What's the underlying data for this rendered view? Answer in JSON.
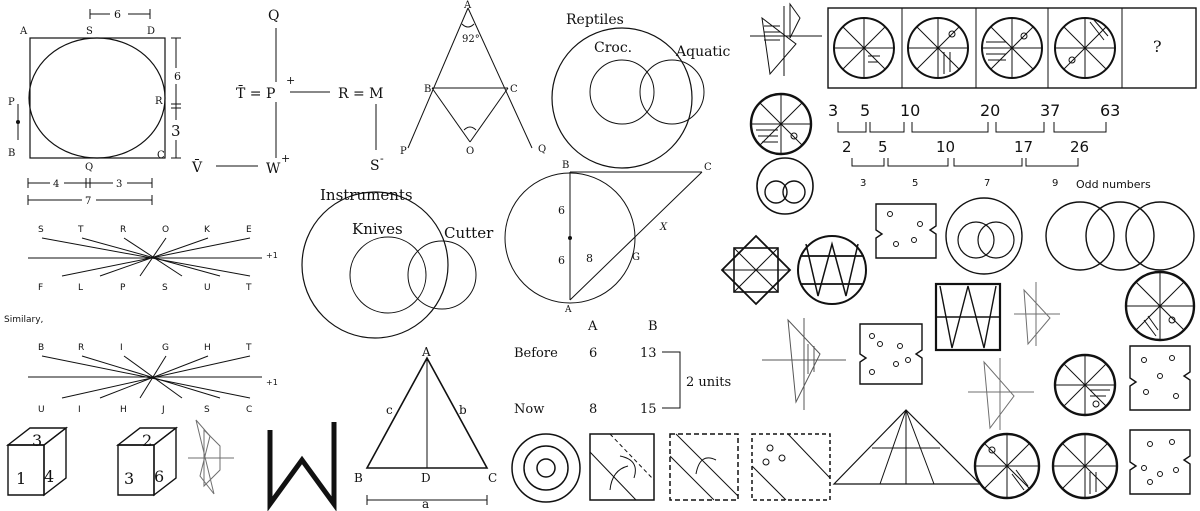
{
  "square_figure": {
    "corner_labels": [
      "A",
      "S",
      "D",
      "P",
      "R",
      "B",
      "Q",
      "C"
    ],
    "top_segment": "6",
    "right_upper": "6",
    "right_lower": "3",
    "bottom_left": "4",
    "bottom_right": "3",
    "bottom_total": "7"
  },
  "direction_figure": {
    "labels": [
      "Q",
      "T̄ = P",
      "R = M",
      "S",
      "V̄",
      "W"
    ],
    "plus": "+",
    "minus": "-"
  },
  "angle_figure": {
    "labels": [
      "A",
      "B",
      "C",
      "O",
      "P",
      "Q"
    ],
    "angle": "92°"
  },
  "reptiles_venn": {
    "outer": "Reptiles",
    "left": "Croc.",
    "right": "Aquatic"
  },
  "instruments_venn": {
    "outer": "Instruments",
    "left": "Knives",
    "right": "Cutter"
  },
  "circle_tangent": {
    "labels": [
      "B",
      "C",
      "A",
      "G",
      "X"
    ],
    "upper": "6",
    "lower": "6",
    "chord": "8"
  },
  "letter_cross_1": {
    "top": [
      "S",
      "T",
      "R",
      "O",
      "K",
      "E"
    ],
    "bottom": [
      "F",
      "L",
      "P",
      "S",
      "U",
      "T"
    ],
    "note": "+1"
  },
  "similarly_text": "Similary,",
  "letter_cross_2": {
    "top": [
      "B",
      "R",
      "I",
      "G",
      "H",
      "T"
    ],
    "bottom": [
      "U",
      "I",
      "H",
      "J",
      "S",
      "C"
    ],
    "note": "+1"
  },
  "dice": [
    {
      "top": "3",
      "left": "1",
      "right": "4"
    },
    {
      "top": "2",
      "left": "3",
      "right": "6"
    }
  ],
  "triangle_figure": {
    "labels": [
      "A",
      "B",
      "C",
      "D"
    ],
    "left_side": "c",
    "right_side": "b",
    "base": "a"
  },
  "age_table": {
    "headers": [
      "A",
      "B"
    ],
    "rows": [
      {
        "label": "Before",
        "a": "6",
        "b": "13"
      },
      {
        "label": "Now",
        "a": "8",
        "b": "15"
      }
    ],
    "note": "2 units"
  },
  "number_series": {
    "top": [
      "3",
      "5",
      "10",
      "20",
      "37",
      "63"
    ],
    "diff1": [
      "2",
      "5",
      "10",
      "17",
      "26"
    ],
    "diff2": [
      "3",
      "5",
      "7",
      "9"
    ],
    "note": "Odd numbers"
  },
  "question_mark": "?"
}
